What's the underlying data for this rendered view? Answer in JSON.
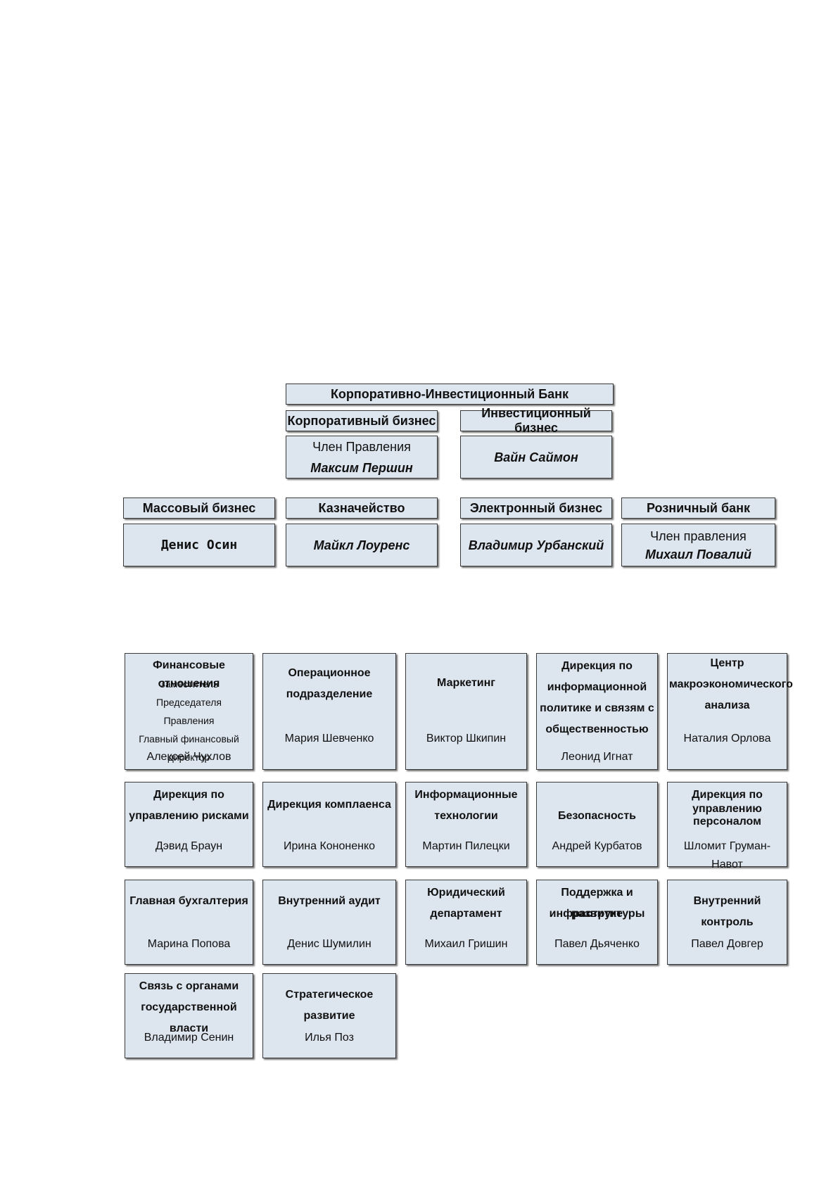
{
  "bank": {
    "title": "Корпоративно-Инвестиционный Банк"
  },
  "top_units": [
    {
      "title": "Корпоративный бизнес",
      "role": "Член Правления",
      "head": "Максим Першин"
    },
    {
      "title": "Инвестиционный бизнес",
      "head": "Вайн Саймон"
    }
  ],
  "business_units": [
    {
      "title": "Массовый бизнес",
      "head": "Денис Осин"
    },
    {
      "title": "Казначейство",
      "head": "Майкл Лоуренс"
    },
    {
      "title": "Электронный бизнес",
      "head": "Владимир Урбанский"
    },
    {
      "title": "Розничный банк",
      "role": "Член правления",
      "head": "Михаил Повалий"
    }
  ],
  "departments": [
    {
      "title": "Финансовые отношения",
      "sub": [
        "Заместитель Председателя",
        "Правления",
        "Главный финансовый",
        "директор"
      ],
      "head": "Алексей Чухлов"
    },
    {
      "title": [
        "Операционное",
        "подразделение"
      ],
      "head": "Мария Шевченко"
    },
    {
      "title": [
        "Маркетинг"
      ],
      "head": "Виктор Шкипин"
    },
    {
      "title": [
        "Дирекция по",
        "информационной",
        "политике и связям с",
        "общественностью"
      ],
      "head": "Леонид Игнат"
    },
    {
      "title": [
        "Центр",
        "макроэкономического",
        "анализа"
      ],
      "head": "Наталия Орлова"
    },
    {
      "title": [
        "Дирекция по",
        "управлению рисками"
      ],
      "head": "Дэвид Браун"
    },
    {
      "title": [
        "Дирекция комплаенса"
      ],
      "head": "Ирина Кононенко"
    },
    {
      "title": [
        "Информационные",
        "технологии"
      ],
      "head": "Мартин Пилецки"
    },
    {
      "title": [
        "Безопасность"
      ],
      "head": "Андрей Курбатов"
    },
    {
      "title": [
        "Дирекция по",
        "управлению",
        "персоналом"
      ],
      "head": "Шломит Груман-Навот"
    },
    {
      "title": [
        "Главная бухгалтерия"
      ],
      "head": "Марина Попова"
    },
    {
      "title": [
        "Внутренний аудит"
      ],
      "head": "Денис Шумилин"
    },
    {
      "title": [
        "Юридический",
        "департамент"
      ],
      "head": "Михаил Гришин"
    },
    {
      "title": [
        "Поддержка и развитие",
        "инфраструктуры"
      ],
      "head": "Павел Дьяченко"
    },
    {
      "title": [
        "Внутренний контроль"
      ],
      "head": "Павел Довгер"
    },
    {
      "title": [
        "Связь с органами",
        "государственной власти"
      ],
      "head": "Владимир Сенин"
    },
    {
      "title": [
        "Стратегическое развитие"
      ],
      "head": "Илья Поз"
    }
  ]
}
